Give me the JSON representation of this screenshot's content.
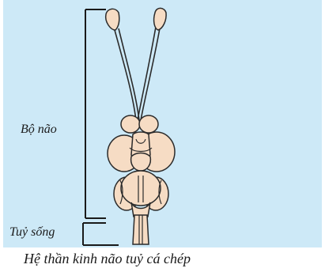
{
  "labels": {
    "brain": "Bộ não",
    "spinal_cord": "Tuỷ sống"
  },
  "caption": "Hệ thần kinh não tuỷ cá chép",
  "colors": {
    "background": "#cde9f7",
    "organ_fill": "#f6dcc4",
    "outline": "#2b2b2b",
    "bracket": "#1a1a1a"
  }
}
